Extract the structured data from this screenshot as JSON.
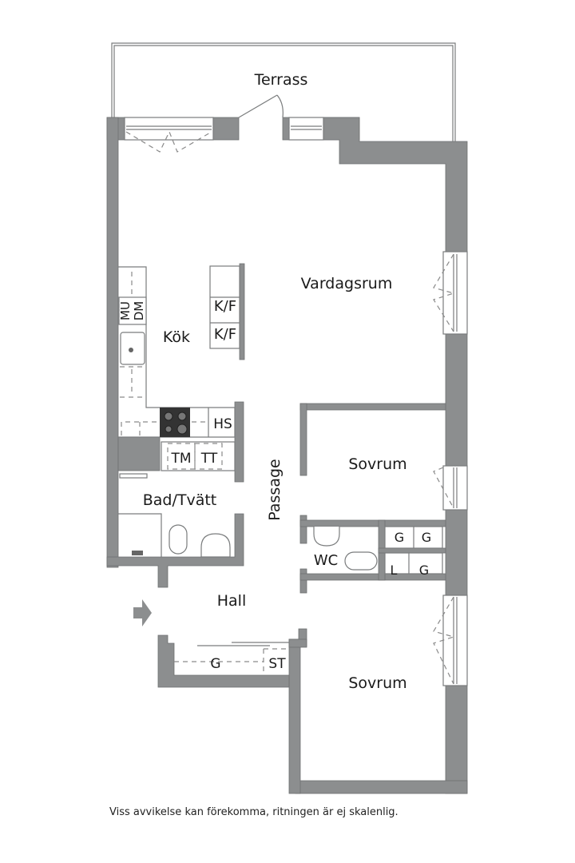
{
  "plan": {
    "rooms": {
      "terrace": "Terrass",
      "living": "Vardagsrum",
      "kitchen": "Kök",
      "bath_laundry": "Bad/Tvätt",
      "passage": "Passage",
      "bedroom_1": "Sovrum",
      "bedroom_2": "Sovrum",
      "wc": "WC",
      "hall": "Hall"
    },
    "fixtures": {
      "fridge_freezer_1": "K/F",
      "fridge_freezer_2": "K/F",
      "microwave": "MU",
      "dishwasher": "DM",
      "tall_cabinet": "HS",
      "washing_machine": "TM",
      "tumble_dryer": "TT",
      "wardrobe_1": "G",
      "wardrobe_2": "G",
      "linen": "L",
      "wardrobe_3": "G",
      "hall_wardrobe": "G",
      "cleaning_cabinet": "ST"
    },
    "entrance_icon": "entrance-arrow-icon"
  },
  "colors": {
    "wall": "#8c8e8f",
    "background": "#ffffff",
    "text": "#1a1a1a"
  },
  "footnote": "Viss avvikelse kan förekomma, ritningen är ej skalenlig."
}
